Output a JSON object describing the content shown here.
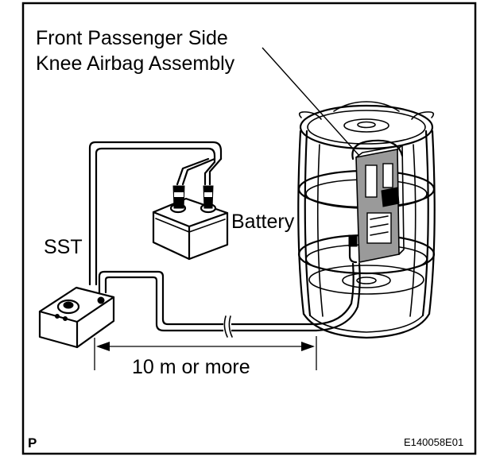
{
  "labels": {
    "airbag_line1": "Front Passenger Side",
    "airbag_line2": "Knee Airbag Assembly",
    "battery": "Battery",
    "sst": "SST",
    "distance": "10 m or more",
    "corner_mark": "P",
    "figure_code": "E140058E01"
  }
}
